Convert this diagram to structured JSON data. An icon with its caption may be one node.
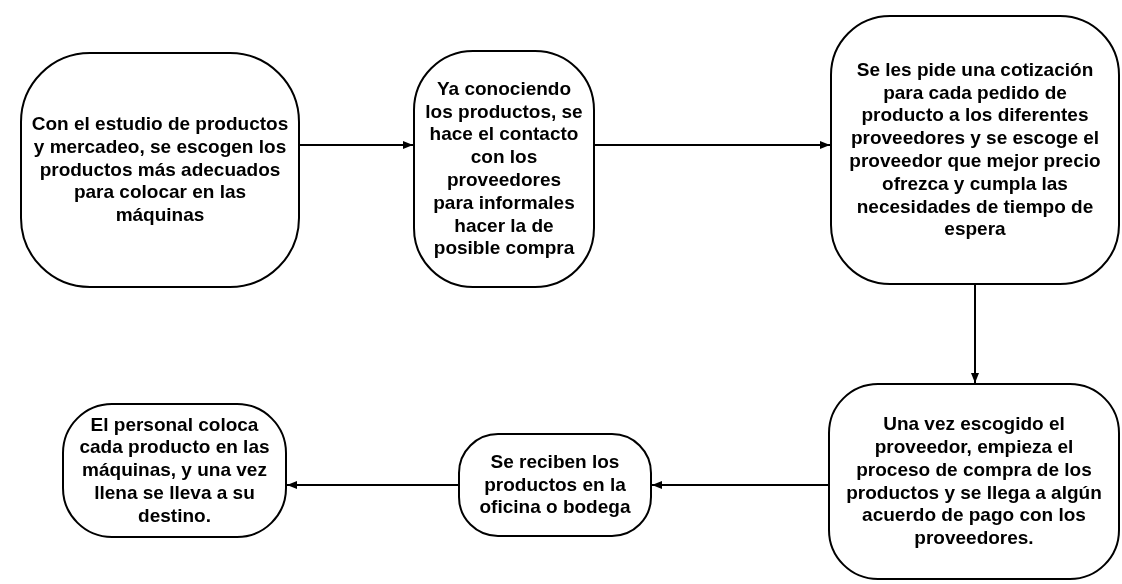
{
  "diagram": {
    "nodes": [
      {
        "text": [
          "Con el estudio de productos y mercadeo, se escogen los productos más adecuados para colocar en las máquinas"
        ]
      },
      {
        "text": [
          "Ya conociendo los productos, se hace el contacto con los proveedores para informales hacer la de posible compra"
        ]
      },
      {
        "text": [
          "Se les pide una cotización para cada pedido de producto a los diferentes proveedores y se escoge el proveedor que mejor precio ofrezca y cumpla las necesidades de tiempo de espera"
        ]
      },
      {
        "text": [
          "Una vez escogido el proveedor, empieza el proceso de compra de los productos y se llega a algún acuerdo de pago con los proveedores."
        ]
      },
      {
        "text": [
          "Se reciben los productos en la oficina o bodega"
        ]
      },
      {
        "text": [
          "El personal coloca cada producto en las máquinas, y una vez llena se lleva a su destino."
        ]
      }
    ],
    "edges": [
      {
        "from": 0,
        "to": 1,
        "arrow": "to"
      },
      {
        "from": 1,
        "to": 2,
        "arrow": "to"
      },
      {
        "from": 2,
        "to": 3,
        "arrow": "to"
      },
      {
        "from": 3,
        "to": 4,
        "arrow": "to"
      },
      {
        "from": 4,
        "to": 5,
        "arrow": "to"
      }
    ]
  }
}
